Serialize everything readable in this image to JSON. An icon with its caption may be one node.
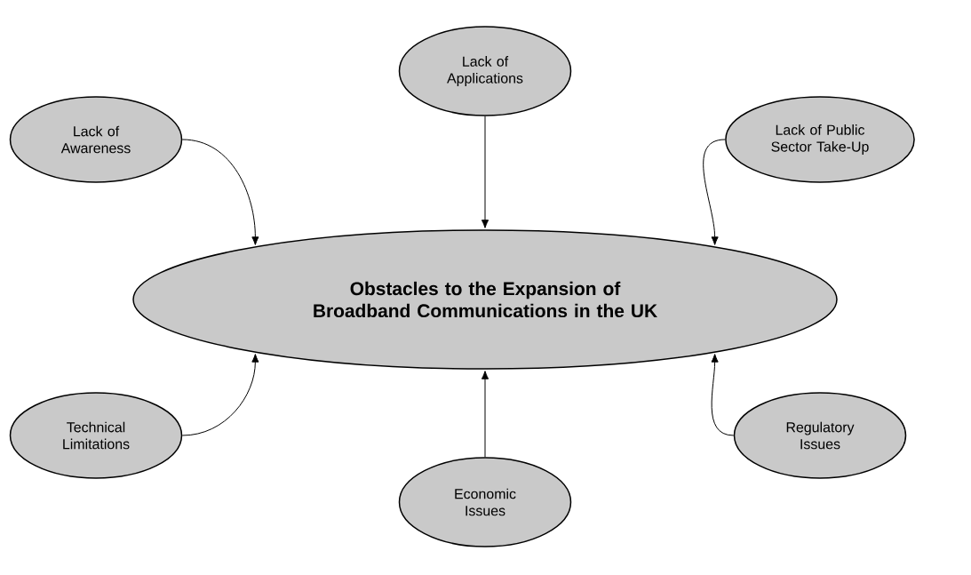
{
  "diagram": {
    "nodes": [
      {
        "text": [
          "Lack of Applications"
        ]
      },
      {
        "text": [
          "Lack of Awareness"
        ]
      },
      {
        "text": [
          "Lack of Public Sector Take-Up"
        ]
      },
      {
        "text": [
          "Obstacles to the Expansion of Broadband Communications in the UK"
        ]
      },
      {
        "text": [
          "Technical Limitations"
        ]
      },
      {
        "text": [
          "Regulatory Issues"
        ]
      },
      {
        "text": [
          "Economic Issues"
        ]
      }
    ],
    "edges": [
      {
        "from": 0,
        "to": 3,
        "arrow": "to"
      },
      {
        "from": 1,
        "to": 3,
        "arrow": "to"
      },
      {
        "from": 2,
        "to": 3,
        "arrow": "to"
      },
      {
        "from": 4,
        "to": 3,
        "arrow": "to"
      },
      {
        "from": 5,
        "to": 3,
        "arrow": "to"
      },
      {
        "from": 6,
        "to": 3,
        "arrow": "to"
      }
    ]
  }
}
